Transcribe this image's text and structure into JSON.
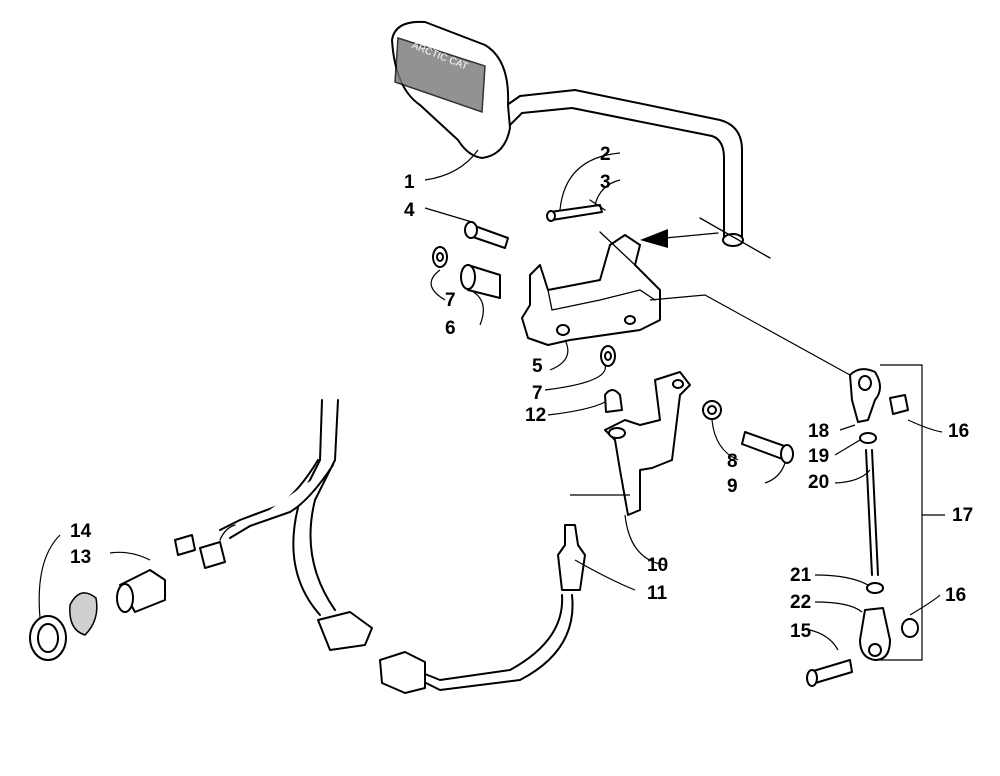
{
  "callouts": [
    {
      "id": "c1",
      "label": "1"
    },
    {
      "id": "c2",
      "label": "2"
    },
    {
      "id": "c3",
      "label": "3"
    },
    {
      "id": "c4",
      "label": "4"
    },
    {
      "id": "c5",
      "label": "5"
    },
    {
      "id": "c6",
      "label": "6"
    },
    {
      "id": "c7a",
      "label": "7"
    },
    {
      "id": "c7b",
      "label": "7"
    },
    {
      "id": "c8",
      "label": "8"
    },
    {
      "id": "c9",
      "label": "9"
    },
    {
      "id": "c10",
      "label": "10"
    },
    {
      "id": "c11",
      "label": "11"
    },
    {
      "id": "c12",
      "label": "12"
    },
    {
      "id": "c13",
      "label": "13"
    },
    {
      "id": "c14",
      "label": "14"
    },
    {
      "id": "c15",
      "label": "15"
    },
    {
      "id": "c16a",
      "label": "16"
    },
    {
      "id": "c16b",
      "label": "16"
    },
    {
      "id": "c17",
      "label": "17"
    },
    {
      "id": "c18",
      "label": "18"
    },
    {
      "id": "c19",
      "label": "19"
    },
    {
      "id": "c20",
      "label": "20"
    },
    {
      "id": "c21",
      "label": "21"
    },
    {
      "id": "c22",
      "label": "22"
    }
  ]
}
